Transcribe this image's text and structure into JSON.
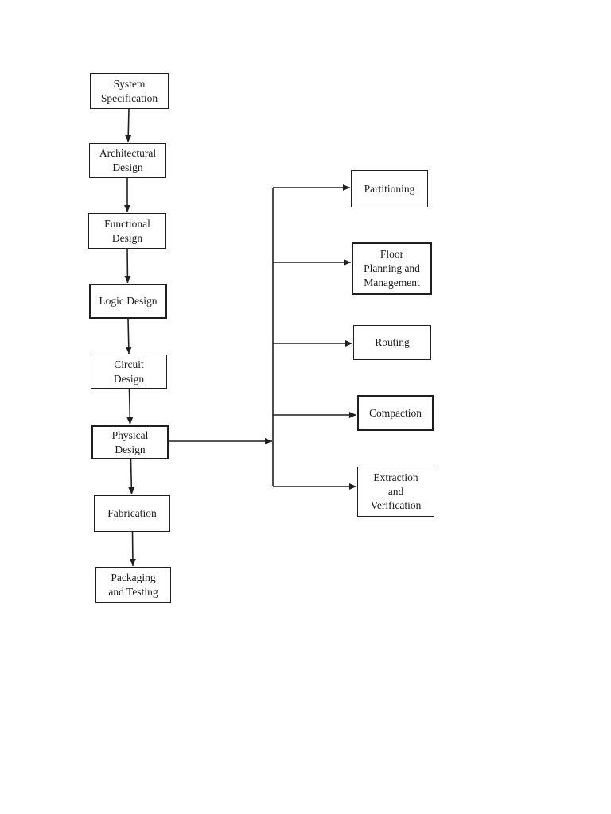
{
  "diagram": {
    "main_flow": [
      {
        "label": "System\nSpecification"
      },
      {
        "label": "Architectural\nDesign"
      },
      {
        "label": "Functional\nDesign"
      },
      {
        "label": "Logic Design"
      },
      {
        "label": "Circuit\nDesign"
      },
      {
        "label": "Physical\nDesign"
      },
      {
        "label": "Fabrication"
      },
      {
        "label": "Packaging\nand Testing"
      }
    ],
    "physical_design_steps": [
      {
        "label": "Partitioning"
      },
      {
        "label": "Floor\nPlanning and\nManagement"
      },
      {
        "label": "Routing"
      },
      {
        "label": "Compaction"
      },
      {
        "label": "Extraction\nand\nVerification"
      }
    ],
    "colors": {
      "background": "#ffffff",
      "line": "#1f1f1f",
      "box_border": "#1f1f1f",
      "text": "#1a1a1a"
    }
  }
}
